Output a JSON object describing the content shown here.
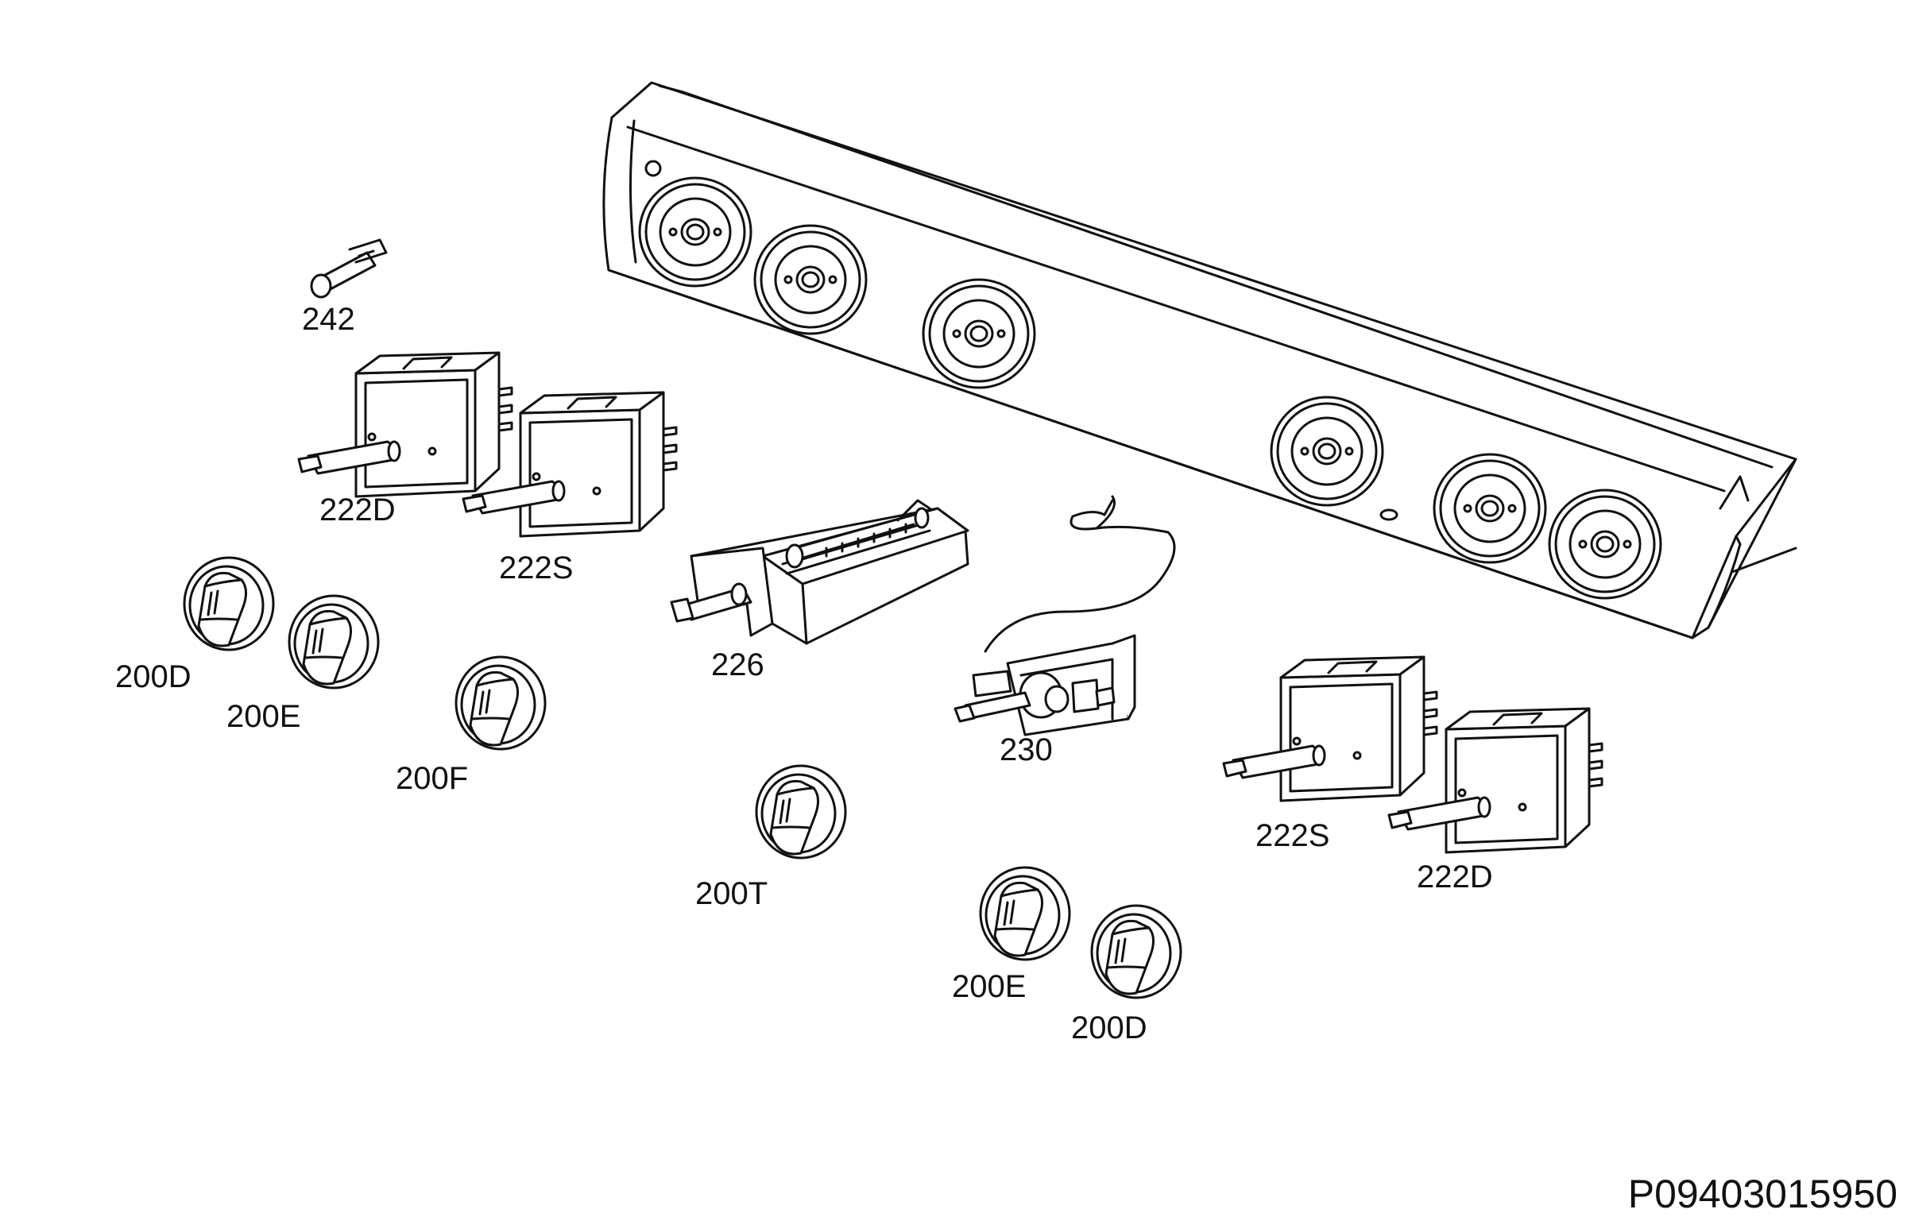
{
  "diagram": {
    "document_id": "P09403015950",
    "parts": [
      {
        "ref": "242"
      },
      {
        "ref": "222D"
      },
      {
        "ref": "222S"
      },
      {
        "ref": "200D"
      },
      {
        "ref": "200E"
      },
      {
        "ref": "200F"
      },
      {
        "ref": "226"
      },
      {
        "ref": "230"
      },
      {
        "ref": "200T"
      },
      {
        "ref": "222S"
      },
      {
        "ref": "222D"
      },
      {
        "ref": "200E"
      },
      {
        "ref": "200D"
      }
    ]
  }
}
